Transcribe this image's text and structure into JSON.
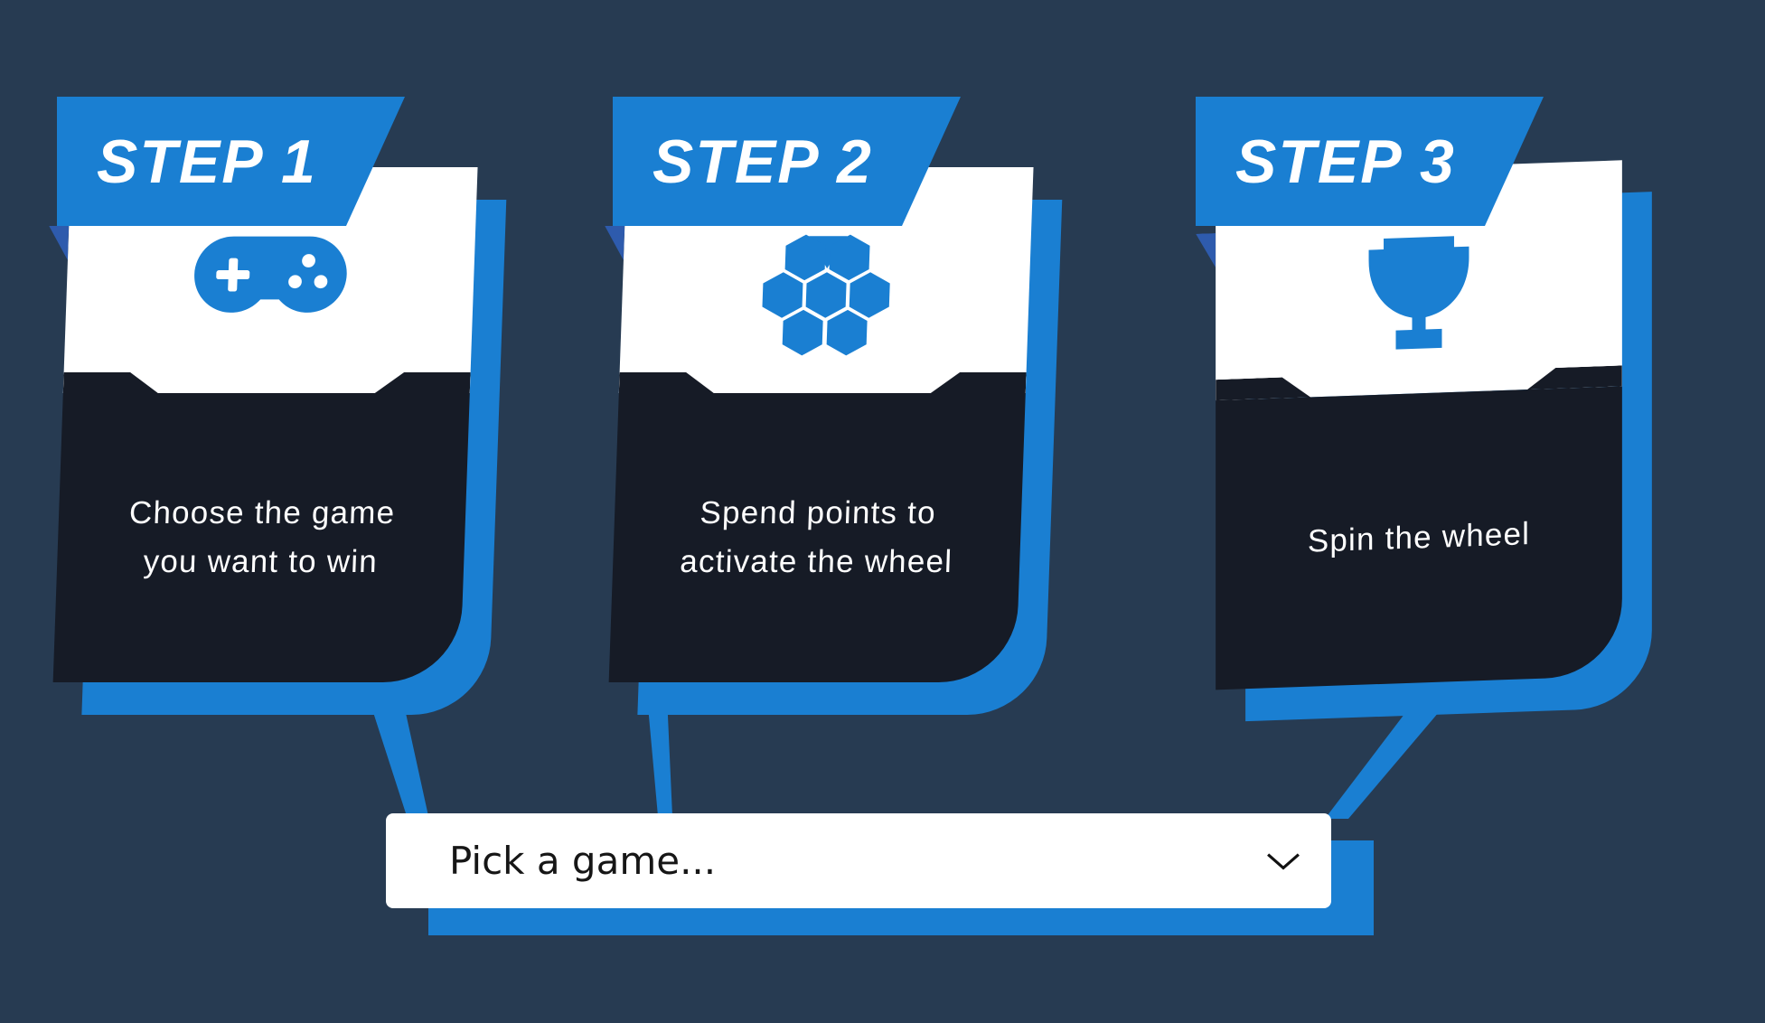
{
  "colors": {
    "background": "#273B52",
    "accent_blue": "#1A7FD2",
    "fold_blue": "#2E5BAD",
    "panel_dark": "#161B26",
    "card_white": "#FFFFFF",
    "text_light": "#FFFFFF",
    "picker_text": "#161616"
  },
  "steps": [
    {
      "label": "STEP 1",
      "icon": "gamepad-icon",
      "description": "Choose the game you want to win"
    },
    {
      "label": "STEP 2",
      "icon": "hexagon-cluster-icon",
      "description": "Spend points to activate the wheel"
    },
    {
      "label": "STEP 3",
      "icon": "trophy-icon",
      "description": "Spin the wheel"
    }
  ],
  "picker": {
    "placeholder": "Pick a game...",
    "icon": "chevron-down-icon"
  }
}
